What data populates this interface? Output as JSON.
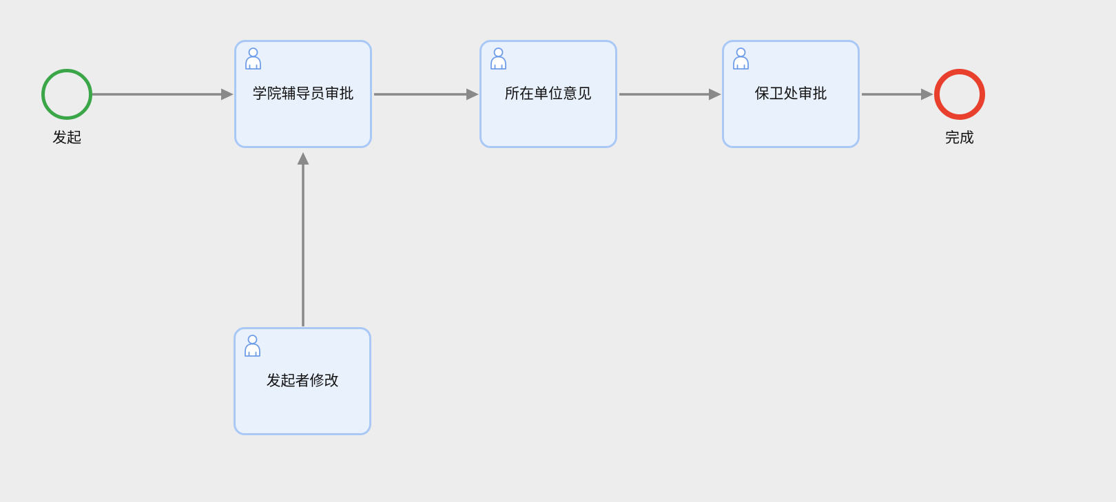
{
  "diagram": {
    "type": "workflow-flowchart",
    "background_color": "#ededee",
    "task_fill_color": "#e9f1fc",
    "task_border_color": "#a9c8f5",
    "arrow_color": "#898989",
    "start_event_color": "#3aa648",
    "end_event_color": "#e8402d",
    "user_icon_color": "#6f9de9"
  },
  "nodes": {
    "start": {
      "type": "start-event",
      "label": "发起"
    },
    "task1": {
      "type": "user-task",
      "label": "学院辅导员审批"
    },
    "task2": {
      "type": "user-task",
      "label": "所在单位意见"
    },
    "task3": {
      "type": "user-task",
      "label": "保卫处审批"
    },
    "end": {
      "type": "end-event",
      "label": "完成"
    },
    "task4": {
      "type": "user-task",
      "label": "发起者修改"
    }
  },
  "edges": [
    {
      "from": "发起",
      "to": "学院辅导员审批"
    },
    {
      "from": "学院辅导员审批",
      "to": "所在单位意见"
    },
    {
      "from": "所在单位意见",
      "to": "保卫处审批"
    },
    {
      "from": "保卫处审批",
      "to": "完成"
    },
    {
      "from": "发起者修改",
      "to": "学院辅导员审批"
    }
  ]
}
